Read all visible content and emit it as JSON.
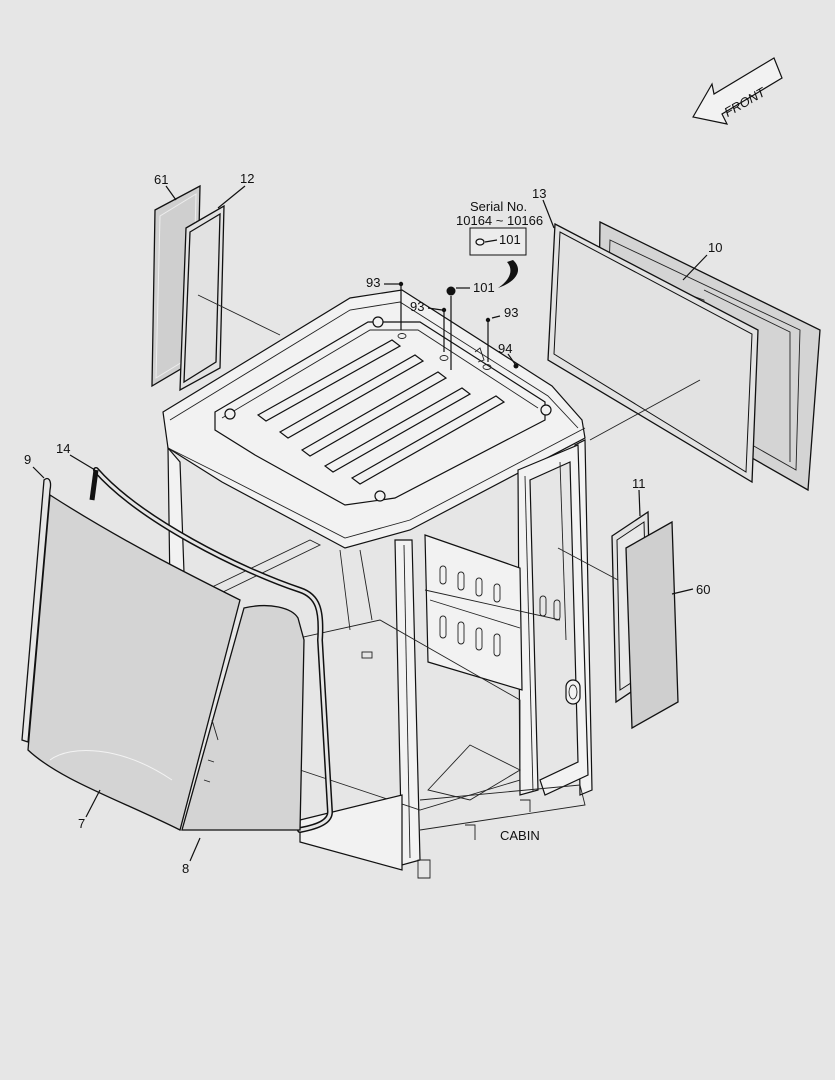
{
  "labels": {
    "front": "FRONT",
    "cabin": "CABIN",
    "serial_title": "Serial No.",
    "serial_range": "10164 ~ 10166",
    "p7": "7",
    "p8": "8",
    "p9": "9",
    "p10": "10",
    "p11": "11",
    "p12": "12",
    "p13": "13",
    "p14": "14",
    "p60": "60",
    "p61": "61",
    "p93a": "93",
    "p93b": "93",
    "p93c": "93",
    "p94": "94",
    "p101_box": "101",
    "p101": "101"
  }
}
